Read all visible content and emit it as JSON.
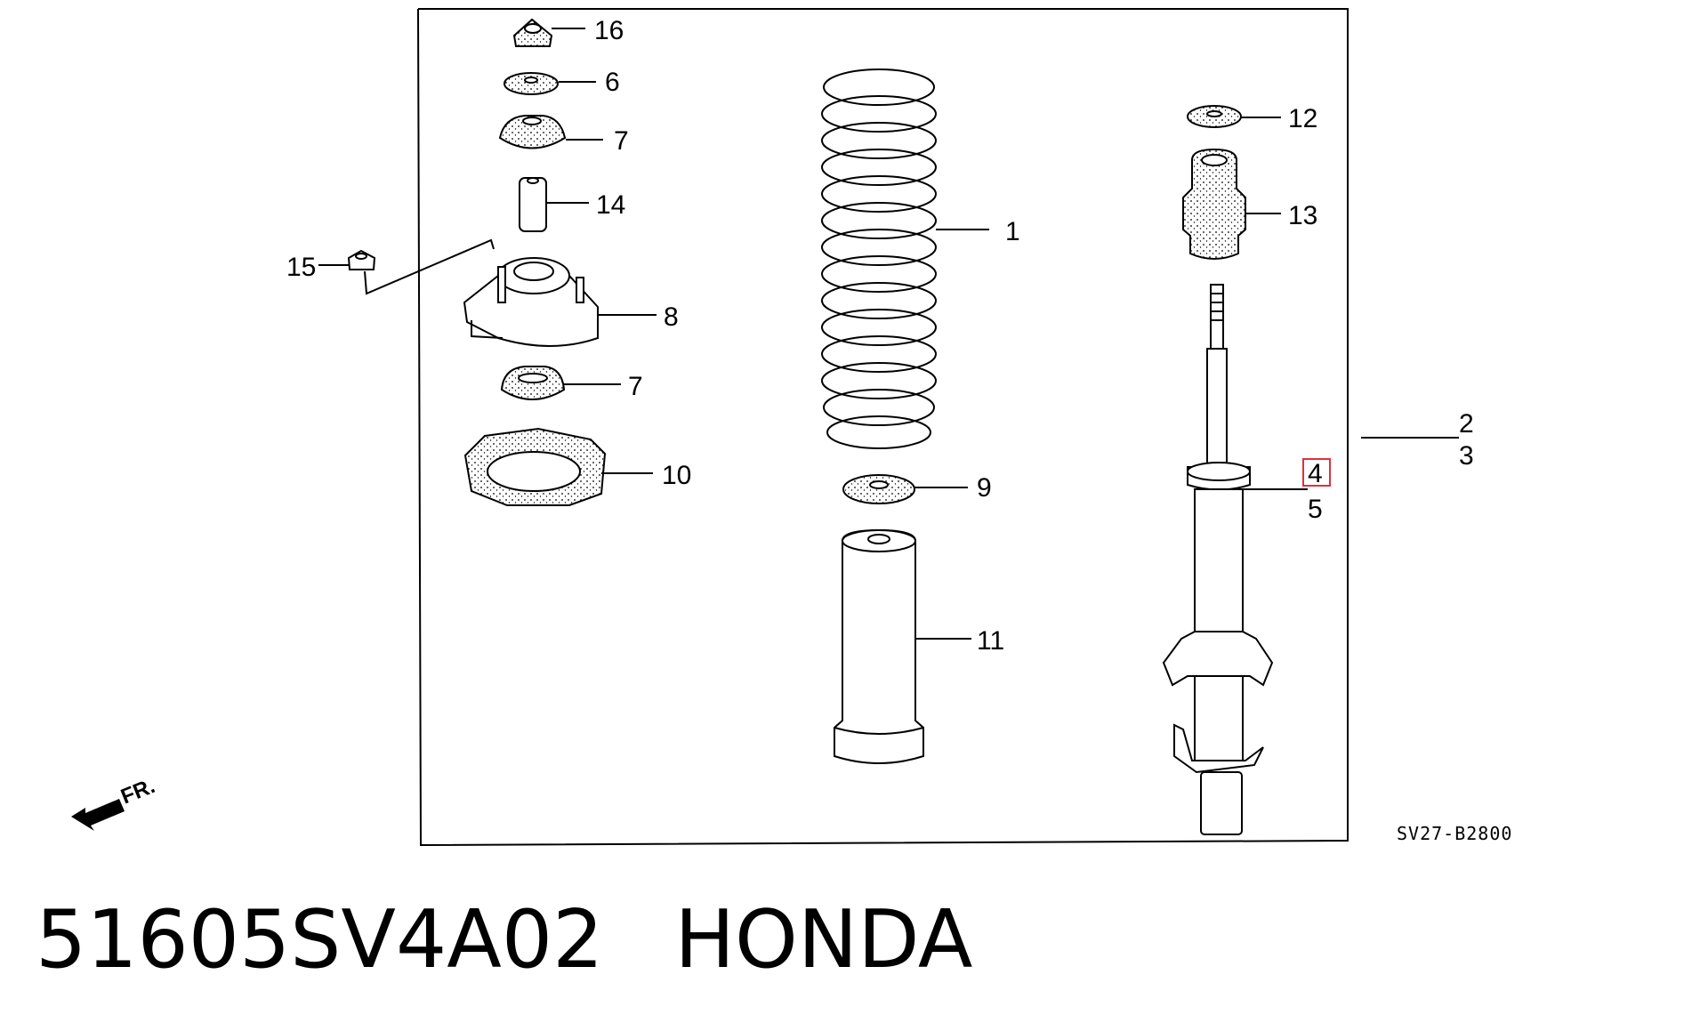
{
  "diagram": {
    "callouts": [
      {
        "id": "16",
        "label": "16"
      },
      {
        "id": "6",
        "label": "6"
      },
      {
        "id": "7a",
        "label": "7"
      },
      {
        "id": "14",
        "label": "14"
      },
      {
        "id": "15",
        "label": "15"
      },
      {
        "id": "8",
        "label": "8"
      },
      {
        "id": "7b",
        "label": "7"
      },
      {
        "id": "10",
        "label": "10"
      },
      {
        "id": "1",
        "label": "1"
      },
      {
        "id": "9",
        "label": "9"
      },
      {
        "id": "11",
        "label": "11"
      },
      {
        "id": "12",
        "label": "12"
      },
      {
        "id": "13",
        "label": "13"
      },
      {
        "id": "2",
        "label": "2"
      },
      {
        "id": "3",
        "label": "3"
      },
      {
        "id": "4",
        "label": "4"
      },
      {
        "id": "5",
        "label": "5"
      }
    ],
    "highlighted_callout": "4",
    "highlight_color": "#e0303a",
    "front_indicator": "FR.",
    "drawing_code": "SV27-B2800"
  },
  "caption": {
    "part_number": "51605SV4A02",
    "brand": "HONDA"
  }
}
